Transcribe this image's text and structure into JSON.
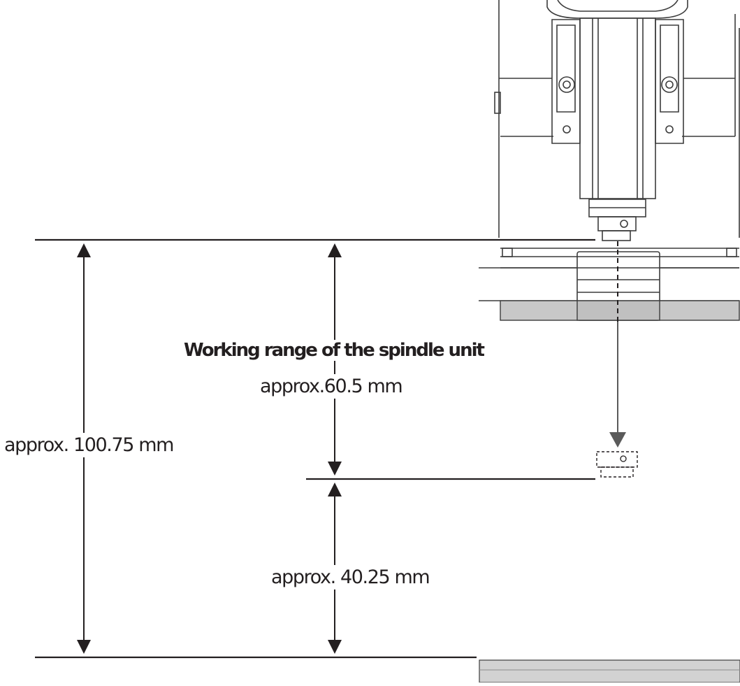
{
  "labels": {
    "working_range_title": "Working range of the  spindle unit",
    "working_range_value": "approx.60.5 mm",
    "total_height": "approx. 100.75 mm",
    "lower_distance": "approx. 40.25 mm"
  },
  "colors": {
    "line": "#231f20",
    "machine_outline": "#3c3c3c",
    "metal_grey": "#c8c8c8",
    "dashed": "#231f20"
  }
}
